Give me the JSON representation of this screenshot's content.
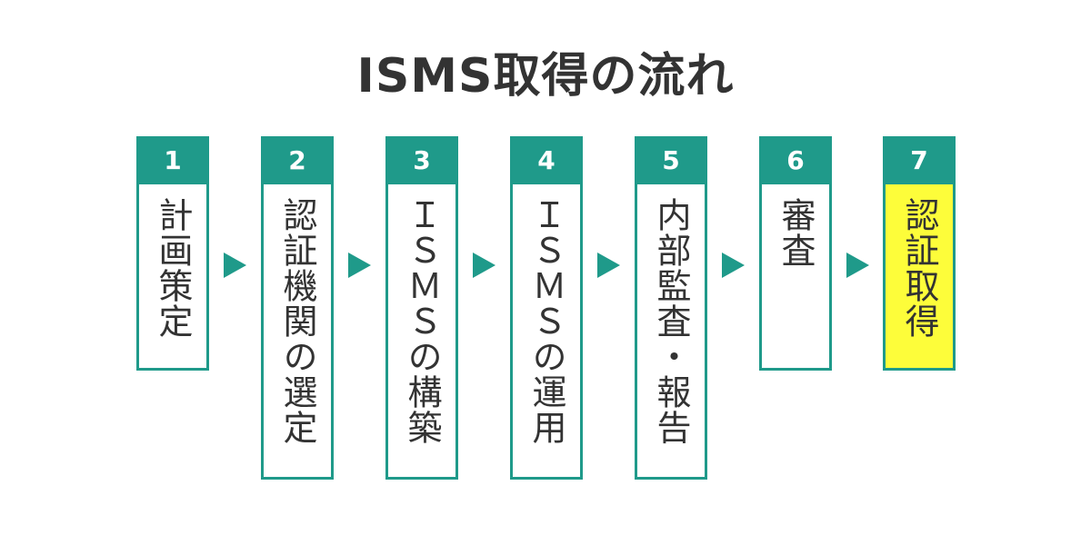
{
  "title": "ISMS取得の流れ",
  "colors": {
    "accent": "#1f9a8a",
    "highlight": "#fdfd3a",
    "text": "#333333"
  },
  "steps": [
    {
      "number": "1",
      "label": "計画策定",
      "highlighted": false
    },
    {
      "number": "2",
      "label": "認証機関の選定",
      "highlighted": false
    },
    {
      "number": "3",
      "label": "ＩＳＭＳの構築",
      "highlighted": false
    },
    {
      "number": "4",
      "label": "ＩＳＭＳの運用",
      "highlighted": false
    },
    {
      "number": "5",
      "label": "内部監査・報告",
      "highlighted": false
    },
    {
      "number": "6",
      "label": "審査",
      "highlighted": false
    },
    {
      "number": "7",
      "label": "認証取得",
      "highlighted": true
    }
  ]
}
